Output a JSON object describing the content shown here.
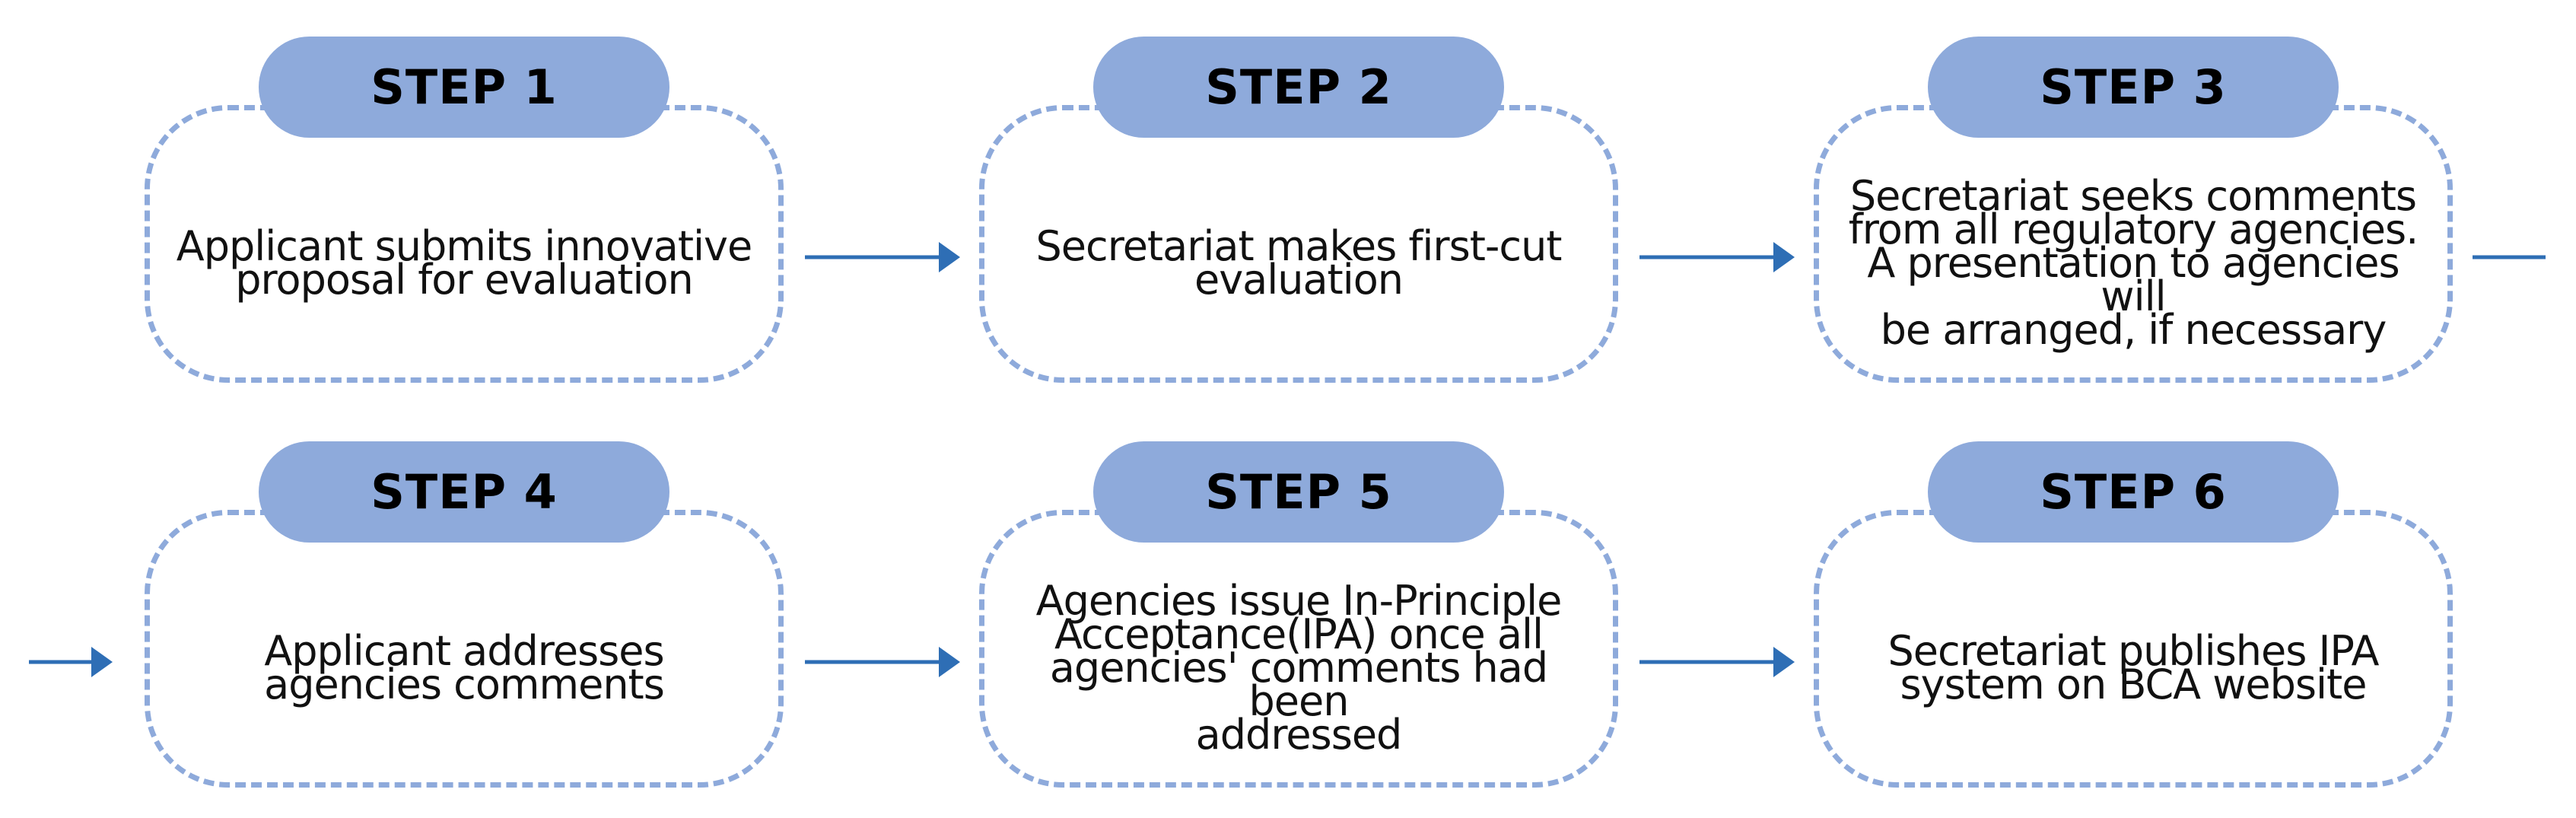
{
  "diagram": {
    "colors": {
      "pill_fill": "#8eaadb",
      "box_border": "#8eaadb",
      "arrow": "#2e6eb5",
      "text": "#111111"
    },
    "steps": [
      {
        "label": "STEP 1",
        "text": "Applicant submits innovative\nproposal for evaluation"
      },
      {
        "label": "STEP 2",
        "text": "Secretariat makes first-cut\nevaluation"
      },
      {
        "label": "STEP 3",
        "text": "Secretariat seeks comments\nfrom all regulatory agencies.\nA presentation to agencies will\nbe arranged, if necessary"
      },
      {
        "label": "STEP 4",
        "text": "Applicant addresses\nagencies comments"
      },
      {
        "label": "STEP 5",
        "text": "Agencies issue In-Principle\nAcceptance(IPA) once all\nagencies' comments had been\naddressed"
      },
      {
        "label": "STEP 6",
        "text": "Secretariat publishes IPA\nsystem on BCA website"
      }
    ]
  }
}
